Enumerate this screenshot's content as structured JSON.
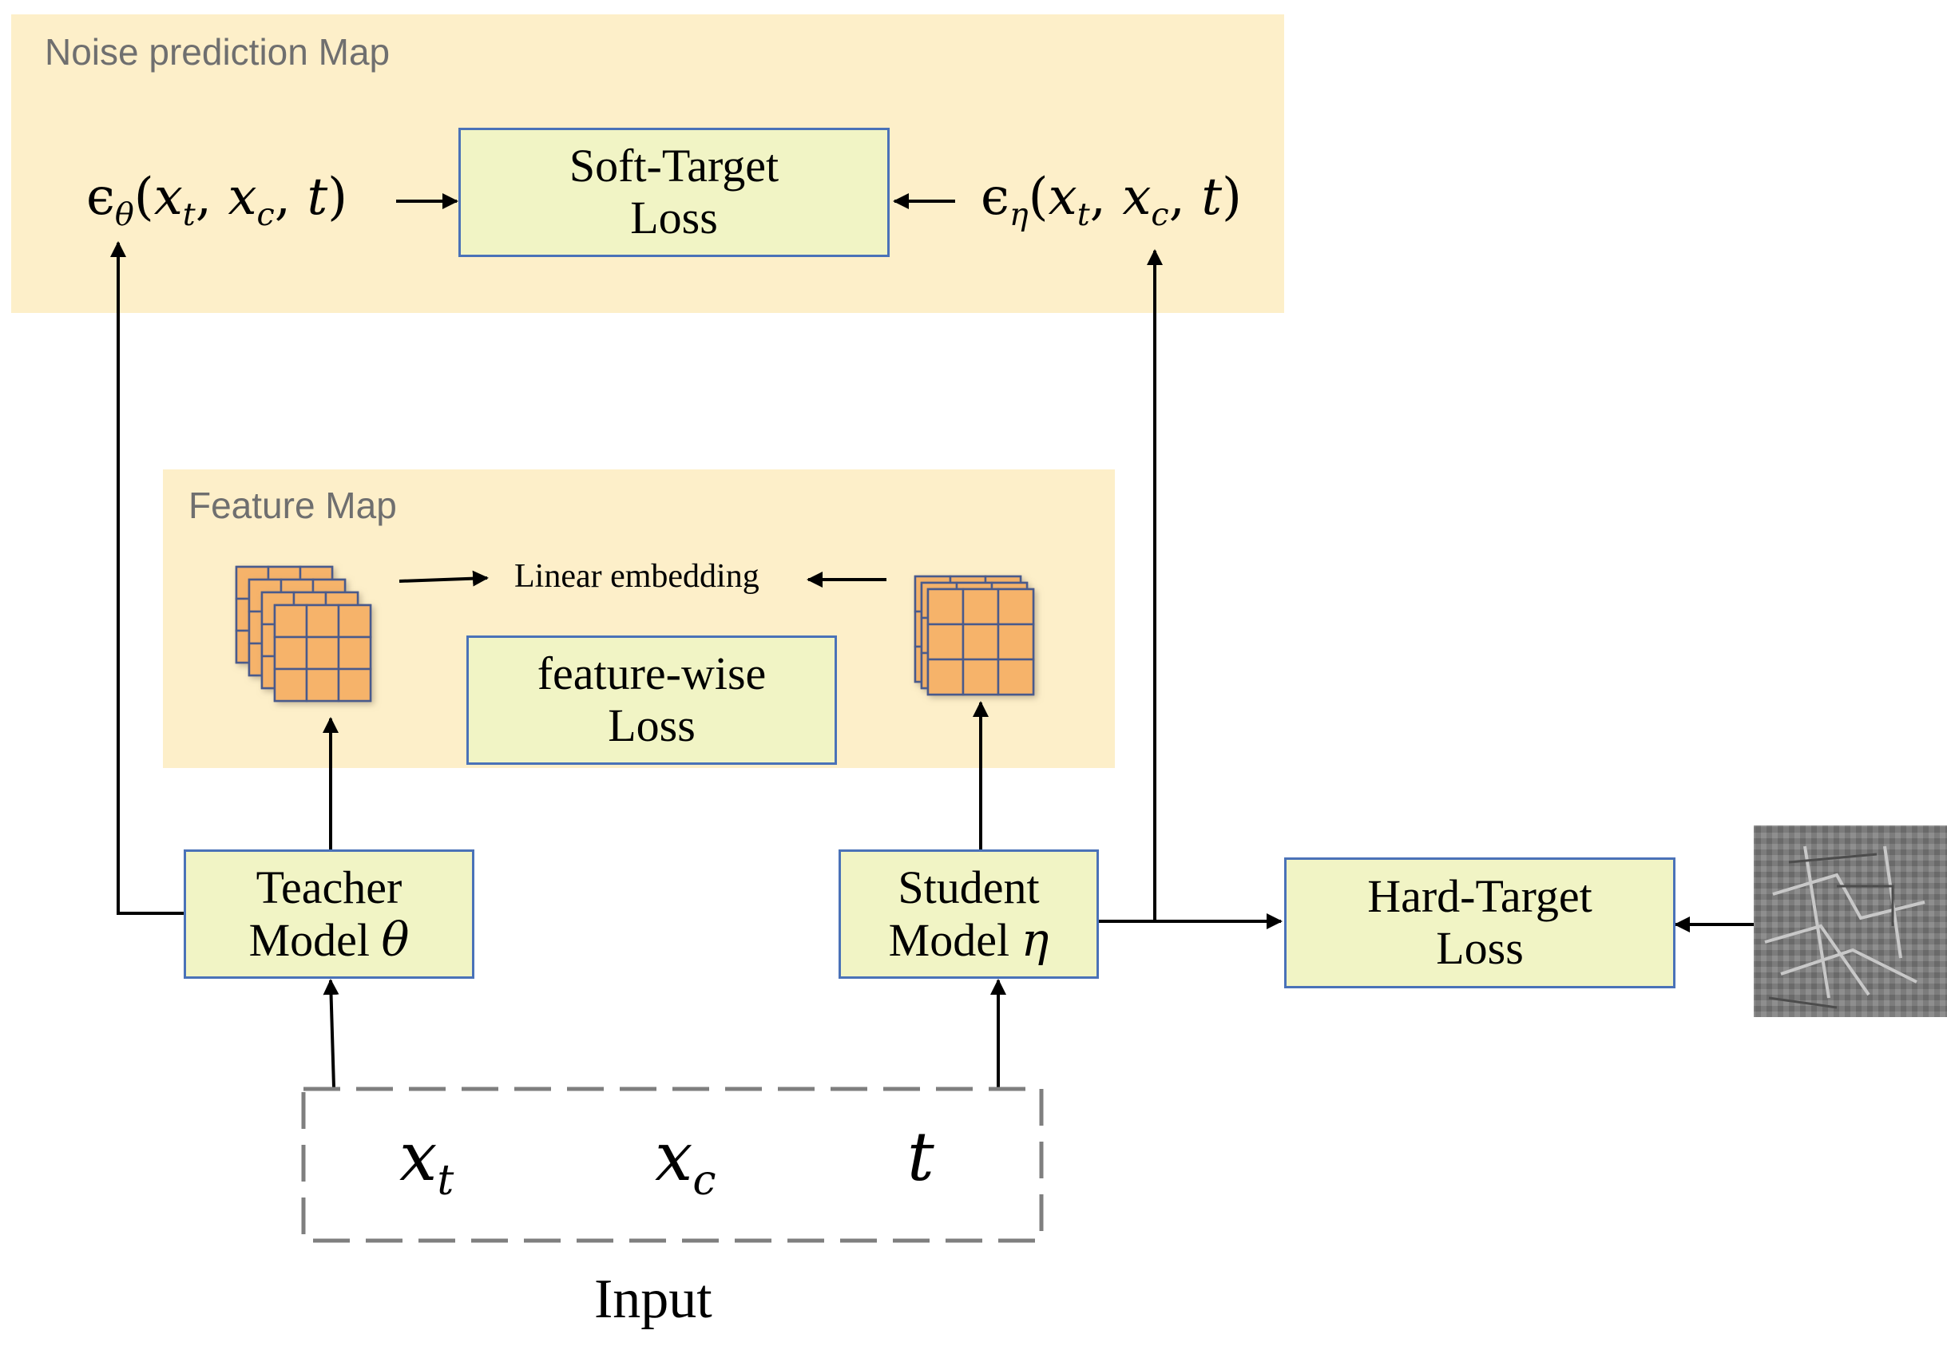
{
  "colors": {
    "region_fill": "#fdefc9",
    "box_fill": "#f1f4c5",
    "box_border": "#4a72b8",
    "feature_cell": "#f6b36a",
    "feature_grid": "#4a5a8c",
    "arrow": "#000000",
    "input_border": "#7f7f7f"
  },
  "noise_region": {
    "label": "Noise prediction Map"
  },
  "feature_region": {
    "label": "Feature Map"
  },
  "soft_target_loss": {
    "line1": "Soft-Target",
    "line2": "Loss"
  },
  "feature_wise_loss": {
    "line1": "feature-wise",
    "line2": "Loss"
  },
  "linear_embedding": {
    "label": "Linear embedding"
  },
  "teacher_model": {
    "line1": "Teacher",
    "line2": "Model",
    "symbol": "θ"
  },
  "student_model": {
    "line1": "Student",
    "line2": "Model",
    "symbol": "η"
  },
  "hard_target_loss": {
    "line1": "Hard-Target",
    "line2": "Loss"
  },
  "teacher_output": {
    "eps": "ϵ",
    "param": "θ",
    "open": "(",
    "v1": "x",
    "v1_sub": "t",
    "sep1": ", ",
    "v2": "x",
    "v2_sub": "c",
    "sep2": ", ",
    "v3": "t",
    "close": ")"
  },
  "student_output": {
    "eps": "ϵ",
    "param": "η",
    "open": "(",
    "v1": "x",
    "v1_sub": "t",
    "sep1": ", ",
    "v2": "x",
    "v2_sub": "c",
    "sep2": ", ",
    "v3": "t",
    "close": ")"
  },
  "input": {
    "label": "Input",
    "x_t": "x",
    "x_t_sub": "t",
    "x_c": "x",
    "x_c_sub": "c",
    "t": "t"
  },
  "ground_truth_image": {
    "kind": "grayscale edge-detected texture image"
  }
}
